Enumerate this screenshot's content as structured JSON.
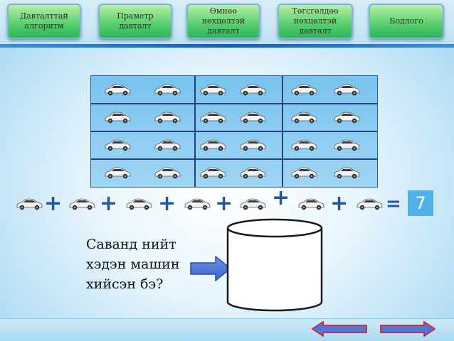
{
  "nav": {
    "items": [
      {
        "label": "Давталттай\nалгоритм"
      },
      {
        "label": "Праметр\nдавталт"
      },
      {
        "label": "Өмнөө\nнөхцөлтэй\nдавталт"
      },
      {
        "label": "Төгсгөлдөө\nнөхцөлтэй\nдавталт"
      },
      {
        "label": "Бодлого"
      }
    ]
  },
  "equation": {
    "plus_sign": "+",
    "equals_sign": "=",
    "answer": "7"
  },
  "question": {
    "text": "Саванд нийт\nхэдэн машин\nхийсэн бэ?"
  },
  "colors": {
    "car_body": "#f2f2f2",
    "plus": "#1f57a6",
    "answer_bg": "#4fb1e8",
    "nav_green": "#5dd16f",
    "arrow": "#4a78d8"
  },
  "icons": {
    "prev": "arrow-left-icon",
    "next": "arrow-right-icon",
    "car": "car-icon"
  }
}
